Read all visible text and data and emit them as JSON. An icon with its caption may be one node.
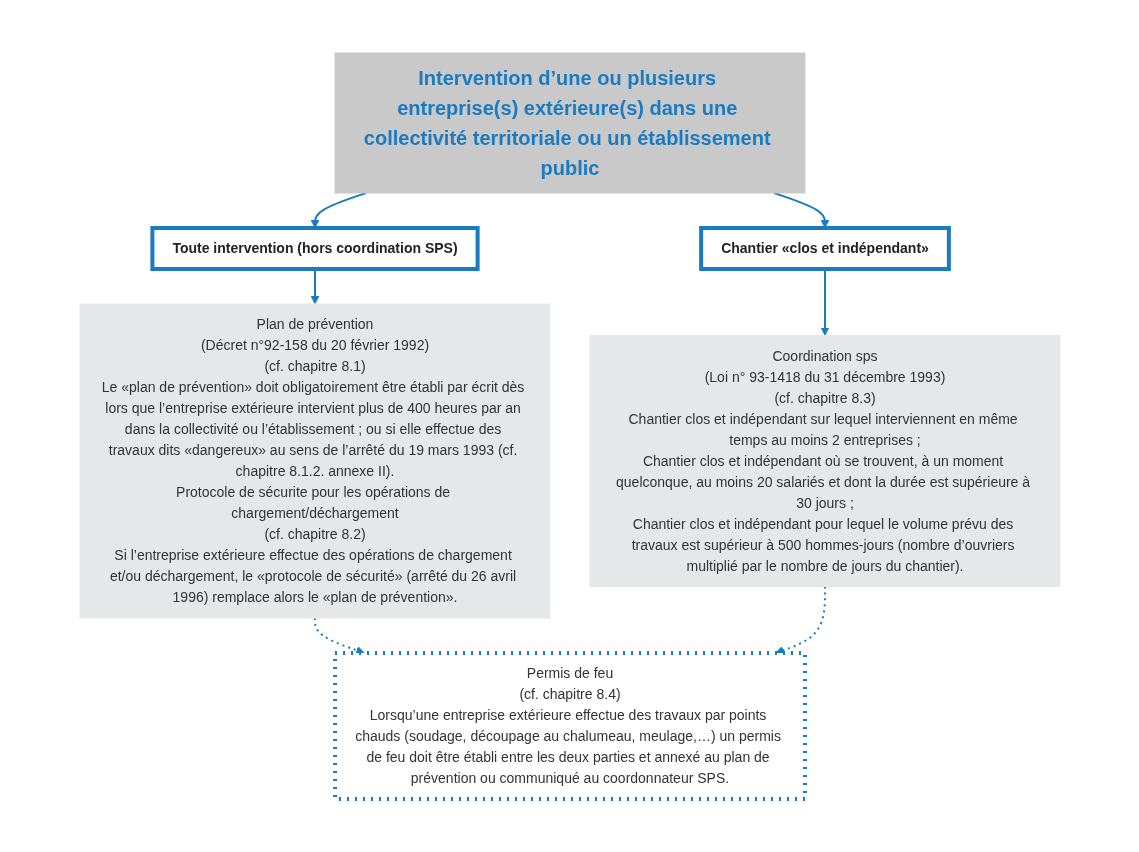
{
  "diagram": {
    "nodes": [
      {
        "text": [
          "Intervention d’une ou plusieurs entreprise(s) extérieure(s) dans une collectivité territoriale ou un établissement public"
        ]
      },
      {
        "text": [
          "Toute intervention (hors coordination SPS)"
        ]
      },
      {
        "text": [
          "Chantier «clos et indépendant»"
        ]
      },
      {
        "text": [
          "Plan de prévention",
          "(Décret n°92-158 du 20 février 1992)",
          "(cf. chapitre 8.1)",
          "Le «plan de prévention» doit obligatoirement être établi par écrit dès lors que l’entreprise extérieure intervient plus de 400 heures par an dans la collectivité ou l’établissement ; ou si elle effectue des travaux dits «dangereux» au sens de l’arrêté du 19 mars 1993 (cf. chapitre 8.1.2. annexe II).",
          "Protocole de sécurite pour les opérations de chargement/déchargement",
          "(cf. chapitre 8.2)",
          "Si l’entreprise extérieure effectue des opérations de chargement et/ou déchargement, le «protocole de sécurité» (arrêté du 26 avril 1996) remplace alors le «plan de prévention»."
        ]
      },
      {
        "text": [
          "Coordination sps",
          "(Loi n° 93-1418 du 31 décembre 1993)",
          "(cf. chapitre 8.3)",
          "Chantier clos et indépendant sur lequel interviennent en même temps au moins 2 entreprises ;",
          "Chantier clos et indépendant où se trouvent, à un moment quelconque, au moins 20 salariés et dont la durée est supérieure à 30 jours ;",
          "Chantier clos et indépendant pour lequel le volume prévu des travaux est supérieur à 500 hommes-jours (nombre d’ouvriers multiplié par le nombre de jours du chantier)."
        ]
      },
      {
        "text": [
          "Permis de feu",
          "(cf. chapitre 8.4)",
          "Lorsqu’une entreprise extérieure effectue des travaux par points chauds (soudage, découpage au chalumeau, meulage,…) un permis de feu doit être établi entre les deux parties et annexé au plan de prévention ou communiqué au coordonnateur SPS."
        ]
      }
    ],
    "edges": [
      {
        "from": 0,
        "to": 1,
        "arrow": "to"
      },
      {
        "from": 0,
        "to": 2,
        "arrow": "to"
      },
      {
        "from": 1,
        "to": 3,
        "arrow": "to"
      },
      {
        "from": 2,
        "to": 4,
        "arrow": "to"
      },
      {
        "from": 3,
        "to": 5,
        "arrow": "to",
        "style": "dashed"
      },
      {
        "from": 4,
        "to": 5,
        "arrow": "to",
        "style": "dashed"
      }
    ]
  }
}
